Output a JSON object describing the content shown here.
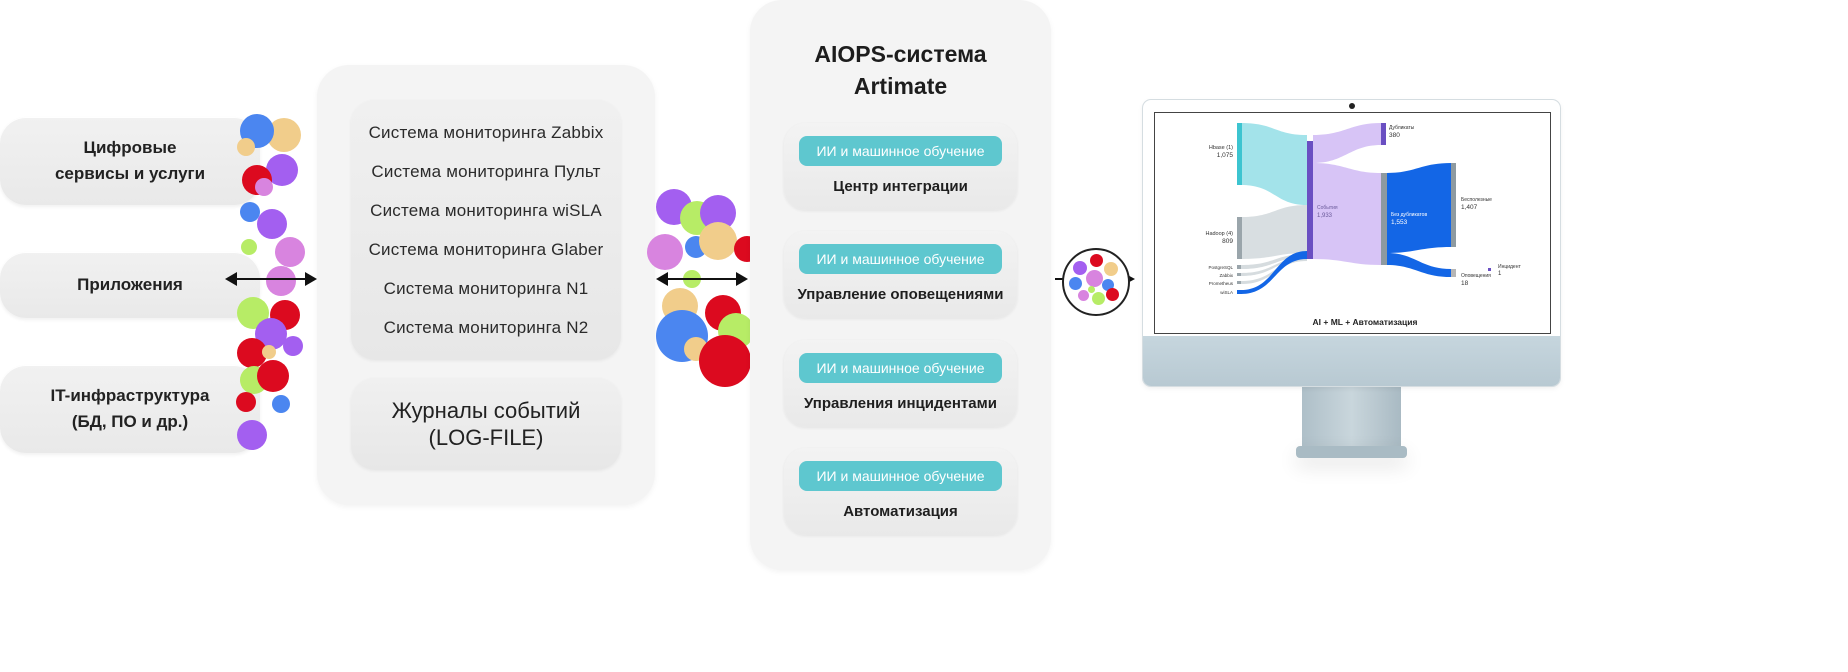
{
  "sources": [
    {
      "label": "Цифровые\nсервисы и услуги"
    },
    {
      "label": "Приложения"
    },
    {
      "label": "IT-инфраструктура\n(БД, ПО и др.)"
    }
  ],
  "monitoring": [
    "Система мониторинга Zabbix",
    "Система мониторинга Пульт",
    "Система мониторинга wiSLA",
    "Система мониторинга Glaber",
    "Система мониторинга N1",
    "Система мониторинга N2"
  ],
  "logs": {
    "label": "Журналы событий\n(LOG-FILE)"
  },
  "aiops": {
    "title": "AIOPS-система\nArtimate",
    "modules": [
      {
        "tag": "ИИ и машинное обучение",
        "title": "Центр интеграции"
      },
      {
        "tag": "ИИ и машинное обучение",
        "title": "Управление оповещениями"
      },
      {
        "tag": "ИИ и машинное обучение",
        "title": "Управления инцидентами"
      },
      {
        "tag": "ИИ и машинное обучение",
        "title": "Автоматизация"
      }
    ]
  },
  "screen": {
    "caption": "AI + ML + Автоматизация",
    "sankey": {
      "sources": [
        {
          "name": "Hbase (1)",
          "value": "1,075"
        },
        {
          "name": "Hadoop (4)",
          "value": "809"
        },
        {
          "name": "PostgreSQL",
          "value": ""
        },
        {
          "name": "Zabbix",
          "value": ""
        },
        {
          "name": "Prometheus",
          "value": ""
        },
        {
          "name": "wiSLA",
          "value": ""
        }
      ],
      "middle": {
        "name": "События",
        "value": "1,933"
      },
      "dedup": {
        "name": "Дубликаты",
        "value": "380"
      },
      "unique": {
        "name": "Без дубликатов",
        "value": "1,553"
      },
      "noise": {
        "name": "Бесполезные",
        "value": "1,407"
      },
      "incident": {
        "name": "Инцидент",
        "value": "1"
      },
      "alerts": {
        "name": "Оповещения",
        "value": "18"
      }
    }
  },
  "colors": {
    "pill": "#5ec7cf",
    "dot_blue": "#4b86f0",
    "dot_sand": "#f1cd8b",
    "dot_purple": "#a35ff0",
    "dot_red": "#dc0a1f",
    "dot_pink": "#d884df",
    "dot_green": "#b7ec66",
    "sankey_cyan": "#99e0e8",
    "sankey_lavender": "#d7c4f6",
    "sankey_blue": "#1366e6",
    "sankey_gray": "#d6dcdf"
  },
  "icons": [
    "double-arrow-icon",
    "arrow-right-icon"
  ]
}
